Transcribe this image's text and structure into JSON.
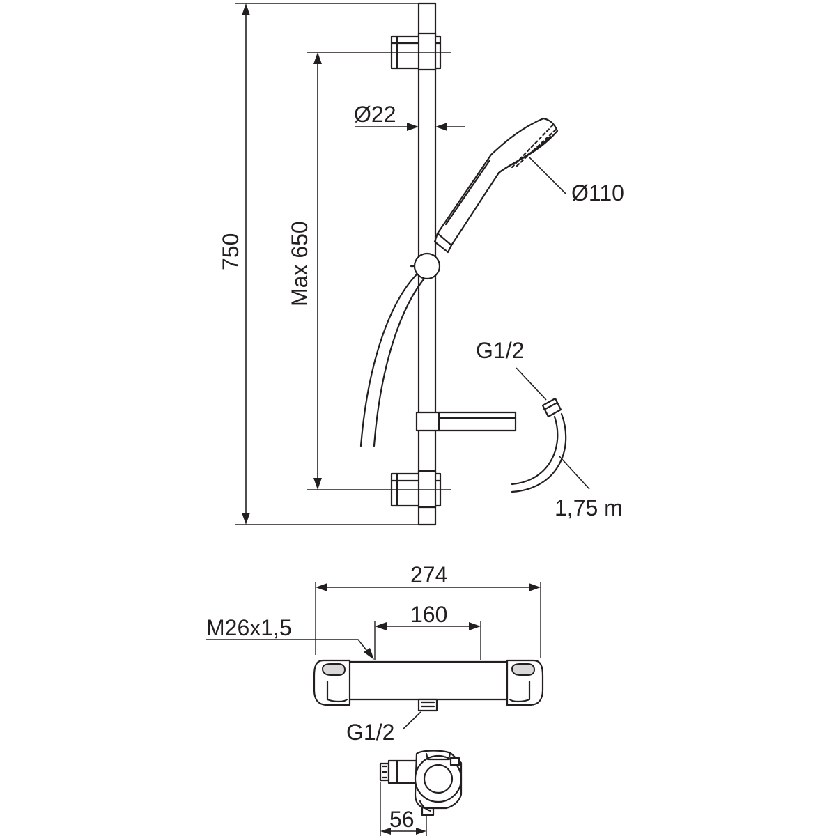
{
  "colors": {
    "line": "#231f20",
    "background": "#ffffff"
  },
  "labels": {
    "total_height": "750",
    "slide_range": "Max 650",
    "rail_diameter": "Ø22",
    "head_diameter": "Ø110",
    "hose_connection": "G1/2",
    "hose_length": "1,75 m",
    "mixer_width": "274",
    "inlet_spacing": "160",
    "inlet_thread": "M26x1,5",
    "outlet_connection": "G1/2",
    "depth": "56"
  }
}
